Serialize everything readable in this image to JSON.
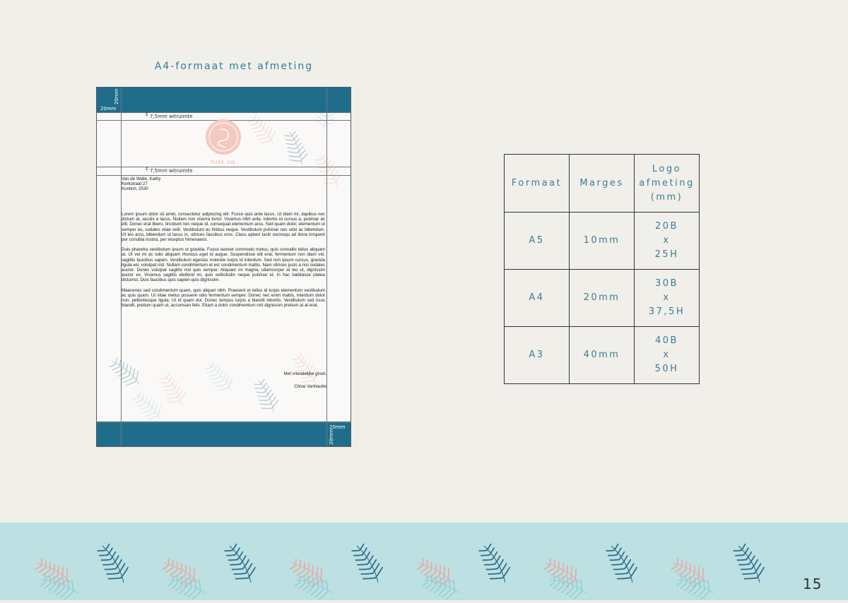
{
  "page": {
    "title": "A4-formaat met afmeting",
    "number": "15"
  },
  "colors": {
    "background": "#f1efea",
    "band": "#1f6d8b",
    "accent_text": "#2f7e9b",
    "footer_band": "#bde0e2",
    "leaf_pink": "#eaa89d",
    "leaf_blue": "#2d6e8f",
    "leaf_teal": "#8fd0d4"
  },
  "letterhead": {
    "top_margin_label": "20mm",
    "top_side_label": "20mm",
    "bottom_margin_label": "20mm",
    "bottom_side_label": "20mm",
    "whitespace_label_top": "7,5mm witruimte",
    "whitespace_label_bottom": "7,5mm witruimte",
    "logo_text": "PURE VIE",
    "address": [
      "Van de Walle, Kathy",
      "Kerkstraat 27",
      "Kontich, 2530"
    ],
    "paragraphs": [
      "Lorem ipsum dolor sit amet, consectetur adipiscing elit. Fusce quis ante lacus. Ut diam mi, dapibus nec dictum at, iaculis a lacus. Nullam non viverra tortor. Vivamus nibh ante, lobortis id cursus a, pulvinar ac elit. Donec erat libero, tincidunt nec neque id, consequat elementum arcu. Sed quam dolor, elementum ut semper eu, sodales vitae velit. Vestibulum ac finibus neque. Vestibulum pulvinar nec odio ac bibendum. Ut leo arcu, bibendum ut lacus in, ultrices faucibus eros. Class aptent taciti sociosqu ad litora torquent per conubia nostra, per inceptos himenaeos.",
      "Duis pharetra vestibulum ipsum ut gravida. Fusce laoreet commodo metus, quis convallis tellus aliquam at. Ut vel mi ac odio aliquam rhoncus eget id augue. Suspendisse elit erat, fermentum non diam vel, sagittis faucibus sapien. Vestibulum egestas molestie turpis id interdum. Sed non ipsum cursus, gravida ligula vel, volutpat nisl. Nullam condimentum et est condimentum mattis. Nam ultrices justo a nisi sodales auctor. Donec volutpat sagittis nisl quis semper. Aliquam mi magna, ullamcorper at leo ut, dignissim auctor ex. Vivamus sagittis eleifend mi, quis sollicitudin neque pulvinar id. In hac habitasse platea dictumst. Duis faucibus quis sapien quis dignissim.",
      "Maecenas sed condimentum quam, quis aliquet nibh. Praesent et tellus id turpis elementum vestibulum ac quis quam. Ut vitae metus posuere odio fermentum semper. Donec nec enim mattis, interdum dolor non, pellentesque ligula. Ut id quam dui. Donec tempus turpis a blandit lobortis. Vestibulum sed risus blandit, pretium quam ut, accumsan felis. Etiam a dolor condimentum nisl dignissim pretium at at erat."
    ],
    "closing": "Met vriendelijke groet,",
    "signature": "Chloe Vanhautte"
  },
  "table": {
    "headers": [
      "Formaat",
      "Marges",
      "Logo afmeting (mm)"
    ],
    "rows": [
      {
        "formaat": "A5",
        "marges": "10mm",
        "logo_lines": [
          "20B",
          "x",
          "25H"
        ]
      },
      {
        "formaat": "A4",
        "marges": "20mm",
        "logo_lines": [
          "30B",
          "x",
          "37,5H"
        ]
      },
      {
        "formaat": "A3",
        "marges": "40mm",
        "logo_lines": [
          "40B",
          "x",
          "50H"
        ]
      }
    ],
    "header_logo_lines": [
      "Logo",
      "afmeting",
      "(mm)"
    ]
  },
  "decor": {
    "leaf_icon": "fern-branch-icon"
  }
}
